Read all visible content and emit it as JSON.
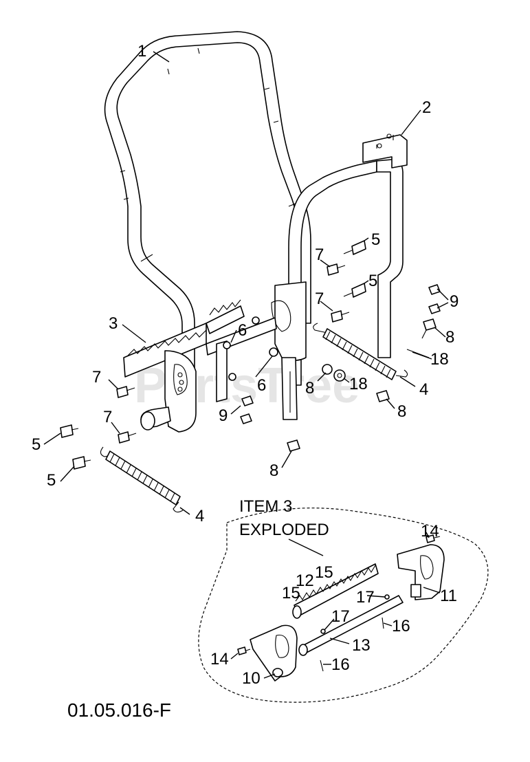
{
  "diagram": {
    "drawing_number": "01.05.016-F",
    "watermark": "PartsTree",
    "exploded_caption": [
      "ITEM 3",
      "EXPLODED"
    ],
    "callouts": [
      {
        "id": "c1",
        "text": "1"
      },
      {
        "id": "c2",
        "text": "2"
      },
      {
        "id": "c3",
        "text": "3"
      },
      {
        "id": "c4a",
        "text": "4"
      },
      {
        "id": "c4b",
        "text": "4"
      },
      {
        "id": "c5a",
        "text": "5"
      },
      {
        "id": "c5b",
        "text": "5"
      },
      {
        "id": "c5c",
        "text": "5"
      },
      {
        "id": "c5d",
        "text": "5"
      },
      {
        "id": "c6a",
        "text": "6"
      },
      {
        "id": "c6b",
        "text": "6"
      },
      {
        "id": "c7a",
        "text": "7"
      },
      {
        "id": "c7b",
        "text": "7"
      },
      {
        "id": "c7c",
        "text": "7"
      },
      {
        "id": "c7d",
        "text": "7"
      },
      {
        "id": "c8a",
        "text": "8"
      },
      {
        "id": "c8b",
        "text": "8"
      },
      {
        "id": "c8c",
        "text": "8"
      },
      {
        "id": "c8d",
        "text": "8"
      },
      {
        "id": "c9a",
        "text": "9"
      },
      {
        "id": "c9b",
        "text": "9"
      },
      {
        "id": "c10",
        "text": "10"
      },
      {
        "id": "c11",
        "text": "11"
      },
      {
        "id": "c12",
        "text": "12"
      },
      {
        "id": "c13",
        "text": "13"
      },
      {
        "id": "c14a",
        "text": "14"
      },
      {
        "id": "c14b",
        "text": "14"
      },
      {
        "id": "c15a",
        "text": "15"
      },
      {
        "id": "c15b",
        "text": "15"
      },
      {
        "id": "c16a",
        "text": "16"
      },
      {
        "id": "c16b",
        "text": "16"
      },
      {
        "id": "c17a",
        "text": "17"
      },
      {
        "id": "c17b",
        "text": "17"
      },
      {
        "id": "c18a",
        "text": "18"
      },
      {
        "id": "c18b",
        "text": "18"
      }
    ]
  }
}
